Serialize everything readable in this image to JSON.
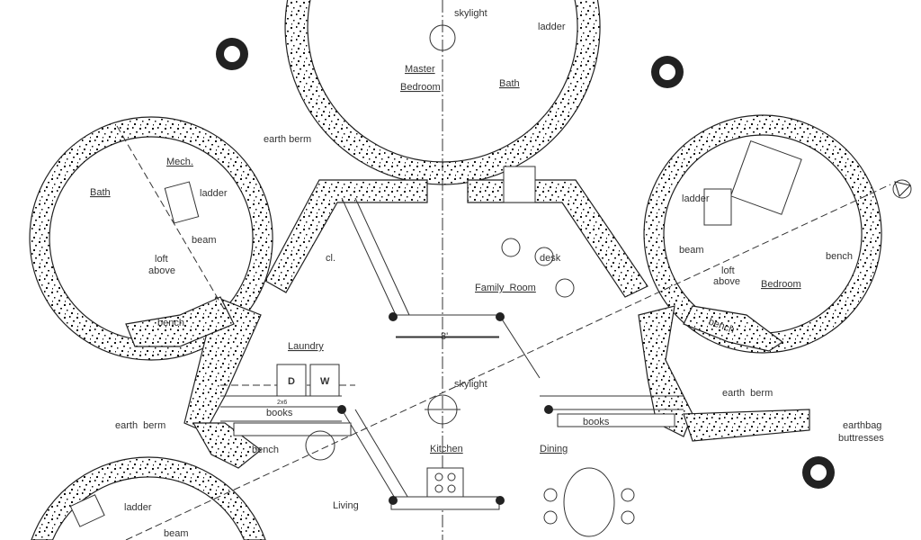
{
  "plan": {
    "top_dome": {
      "skylight": "skylight",
      "ladder": "ladder",
      "master_bedroom_1": "Master",
      "master_bedroom_2": "Bedroom",
      "bath": "Bath"
    },
    "left_dome": {
      "mech": "Mech.",
      "bath": "Bath",
      "ladder": "ladder",
      "beam": "beam",
      "loft_1": "loft",
      "loft_2": "above",
      "bench": "bench"
    },
    "right_dome": {
      "ladder": "ladder",
      "beam": "beam",
      "loft_1": "loft",
      "loft_2": "above",
      "bedroom": "Bedroom",
      "bench": "bench",
      "bench2": "bench"
    },
    "bottom_dome": {
      "ladder": "ladder",
      "beam": "beam"
    },
    "center": {
      "closet": "cl.",
      "desk": "desk",
      "family_room": "Family  Room",
      "dimension": "8'",
      "laundry": "Laundry",
      "dryer": "D",
      "washer": "W",
      "stud": "2x6",
      "books_left": "books",
      "skylight": "skylight",
      "books_right": "books",
      "bench": "bench",
      "kitchen": "Kitchen",
      "dining": "Dining",
      "living": "Living"
    },
    "exterior": {
      "earth_berm_top": "earth berm",
      "earth_berm_left": "earth  berm",
      "earth_berm_right": "earth  berm",
      "buttresses_1": "earthbag",
      "buttresses_2": "buttresses"
    }
  },
  "colors": {
    "line": "#222222",
    "label": "#333333",
    "background": "#ffffff"
  }
}
